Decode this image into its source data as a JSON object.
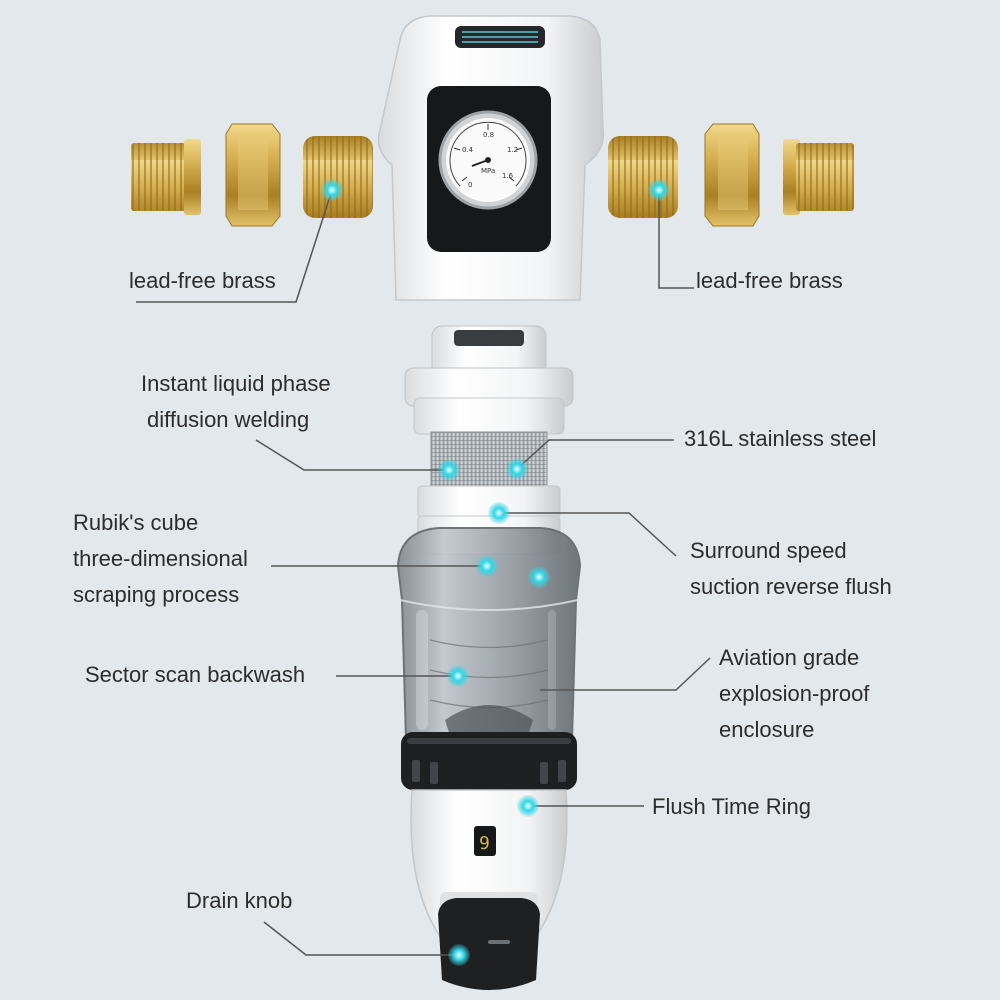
{
  "labels": {
    "brass_left": "lead-free brass",
    "brass_right": "lead-free brass",
    "welding": [
      "Instant liquid phase",
      "diffusion welding"
    ],
    "steel": "316L stainless steel",
    "rubik": [
      "Rubik's cube",
      "three-dimensional",
      "scraping process"
    ],
    "surround": [
      "Surround speed",
      "suction reverse flush"
    ],
    "sector": "Sector scan backwash",
    "aviation": [
      "Aviation grade",
      "explosion-proof",
      "enclosure"
    ],
    "flush_ring": "Flush Time Ring",
    "drain": "Drain knob"
  },
  "gauge": {
    "scale": [
      "0",
      "0.4",
      "0.8",
      "1.2",
      "1.6"
    ],
    "unit": "MPa"
  },
  "colors": {
    "background": "#e3e8ec",
    "brass": "#c9a13f",
    "hotspot": "#33d6e6",
    "leader_line": "#555555"
  }
}
